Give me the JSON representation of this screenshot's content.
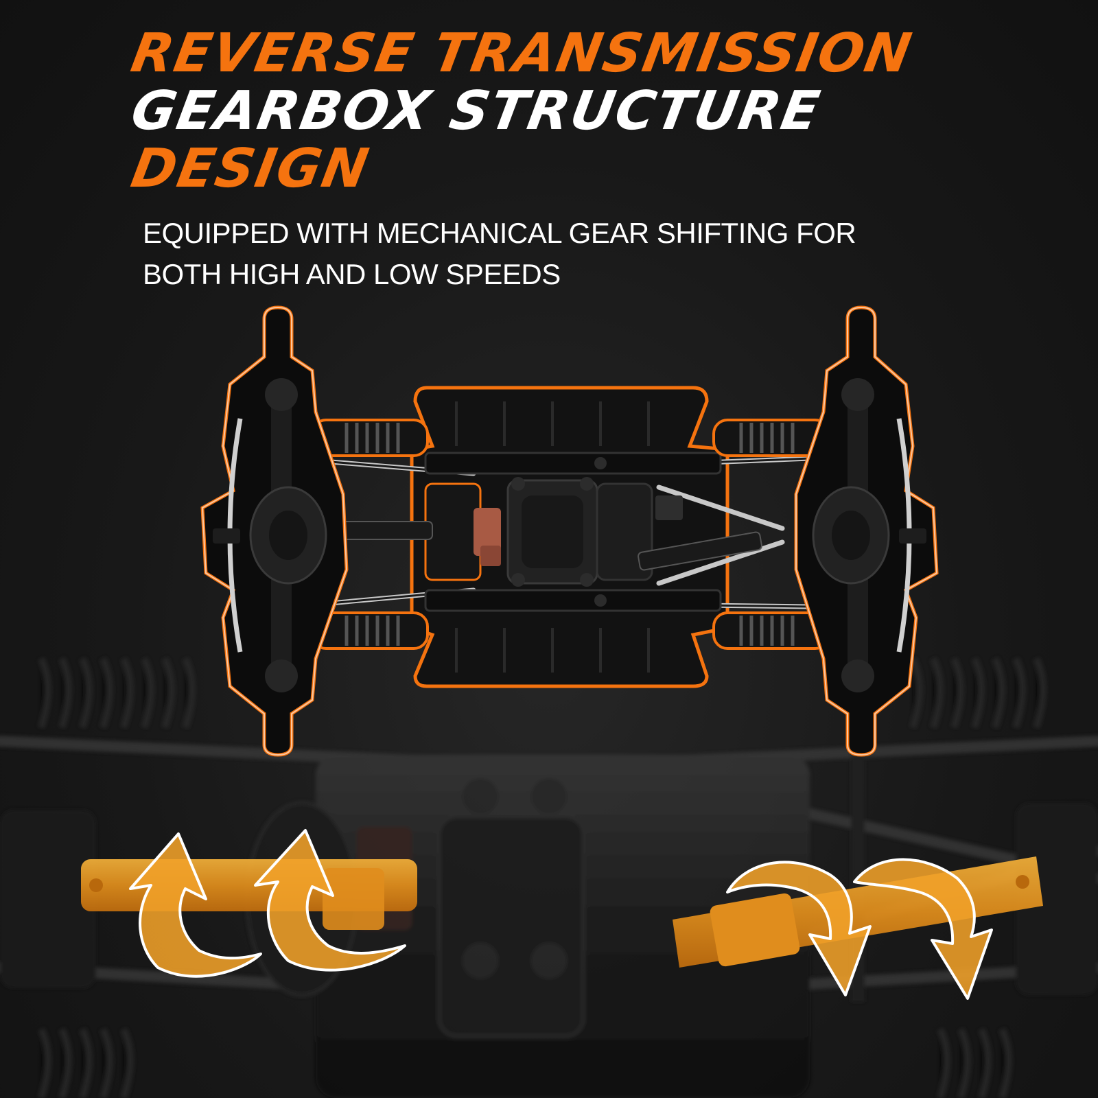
{
  "headline": {
    "line1": "REVERSE TRANSMISSION",
    "line2": "GEARBOX STRUCTURE",
    "line3": "DESIGN"
  },
  "subtitle": "EQUIPPED WITH MECHANICAL GEAR SHIFTING FOR BOTH HIGH AND LOW SPEEDS",
  "colors": {
    "accent": "#f5730f",
    "shaft": "#e89a22",
    "background": "#141414",
    "text": "#ffffff"
  },
  "icons": [
    "rotation-arrow-icon"
  ]
}
